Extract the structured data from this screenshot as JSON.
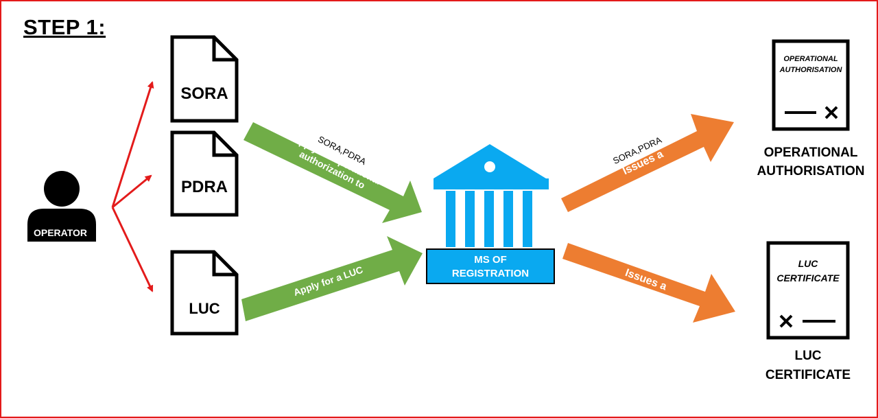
{
  "step_title": "STEP 1:",
  "operator_label": "OPERATOR",
  "documents": [
    "SORA",
    "PDRA",
    "LUC"
  ],
  "authority": {
    "line1": "MS OF",
    "line2": "REGISTRATION"
  },
  "arrows": {
    "sora_pdra_small": "SORA,PDRA",
    "apply_line1": "Apply for operational",
    "apply_line2": "authorization to",
    "apply_luc": "Apply for a LUC",
    "issue_small": "SORA,PDRA",
    "issue_1": "Issues a",
    "issue_2": "Issues a"
  },
  "outputs": {
    "op_auth": {
      "doc_line1": "OPERATIONAL",
      "doc_line2": "AUTHORISATION",
      "caption_line1": "OPERATIONAL",
      "caption_line2": "AUTHORISATION"
    },
    "luc_cert": {
      "doc_line1": "LUC",
      "doc_line2": "CERTIFICATE",
      "caption_line1": "LUC",
      "caption_line2": "CERTIFICATE"
    }
  },
  "colors": {
    "frame": "#e31b1b",
    "green": "#70ad47",
    "orange": "#ed7d31",
    "blue": "#0aa9f0",
    "red_arrow": "#e31b1b"
  }
}
